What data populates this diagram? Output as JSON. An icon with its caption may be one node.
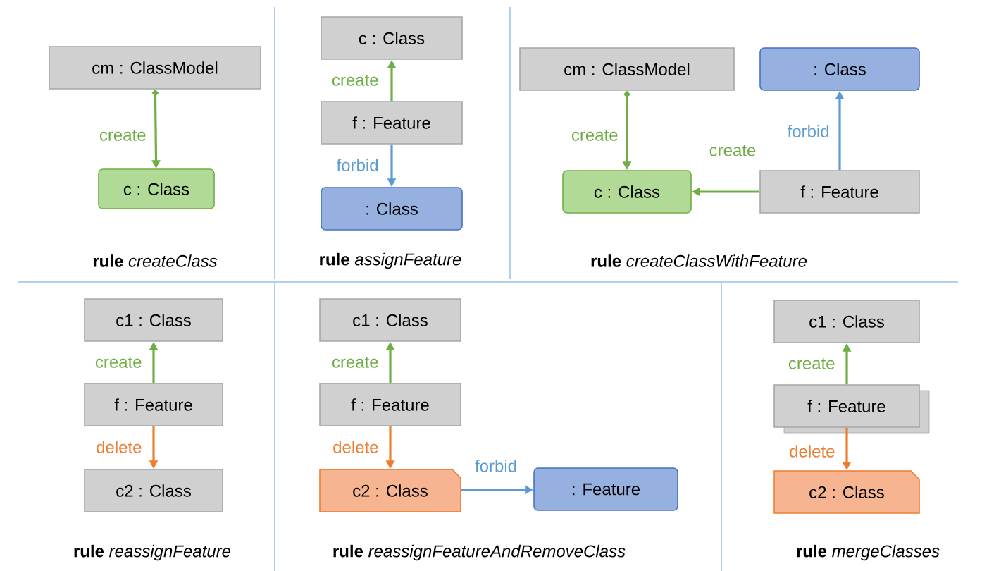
{
  "diagram": {
    "nodes": [
      {
        "text": [
          "cm : ClassModel"
        ]
      },
      {
        "text": [
          "c : Class"
        ]
      },
      {
        "text": [
          "c : Class"
        ]
      },
      {
        "text": [
          "f : Feature"
        ]
      },
      {
        "text": [
          ": Class"
        ]
      },
      {
        "text": [
          "cm : ClassModel"
        ]
      },
      {
        "text": [
          ": Class"
        ]
      },
      {
        "text": [
          "c : Class"
        ]
      },
      {
        "text": [
          "f : Feature"
        ]
      },
      {
        "text": [
          "c1 : Class"
        ]
      },
      {
        "text": [
          "f : Feature"
        ]
      },
      {
        "text": [
          "c2 : Class"
        ]
      },
      {
        "text": [
          "c1 : Class"
        ]
      },
      {
        "text": [
          "f : Feature"
        ]
      },
      {
        "text": [
          "c2 : Class"
        ]
      },
      {
        "text": [
          ": Feature"
        ]
      },
      {
        "text": [
          "c1 : Class"
        ]
      },
      {
        "text": [
          "f : Feature"
        ]
      },
      {
        "text": [
          "c2 : Class"
        ]
      }
    ],
    "edges": [
      {
        "from": 0,
        "to": 1,
        "arrow": "to",
        "label": "create"
      },
      {
        "from": 3,
        "to": 2,
        "arrow": "to",
        "label": "create"
      },
      {
        "from": 3,
        "to": 4,
        "arrow": "to",
        "label": "forbid",
        "color": "#5b9bd5"
      },
      {
        "from": 5,
        "to": 7,
        "arrow": "to",
        "label": "create"
      },
      {
        "from": 8,
        "to": 7,
        "arrow": "to",
        "label": "create"
      },
      {
        "from": 8,
        "to": 6,
        "arrow": "to",
        "label": "forbid",
        "color": "#5b9bd5"
      },
      {
        "from": 10,
        "to": 9,
        "arrow": "to",
        "label": "create"
      },
      {
        "from": 10,
        "to": 11,
        "arrow": "to",
        "label": "delete",
        "color": "#ed7d31"
      },
      {
        "from": 13,
        "to": 12,
        "arrow": "to",
        "label": "create"
      },
      {
        "from": 13,
        "to": 14,
        "arrow": "to",
        "label": "delete",
        "color": "#ed7d31"
      },
      {
        "from": 14,
        "to": 15,
        "arrow": "to",
        "label": "forbid",
        "color": "#5b9bd5"
      },
      {
        "from": 17,
        "to": 16,
        "arrow": "to",
        "label": "create"
      },
      {
        "from": 17,
        "to": 18,
        "arrow": "to",
        "label": "delete",
        "color": "#ed7d31"
      }
    ],
    "labels": [
      "**rule** *createClass*",
      "**rule** *assignFeature*",
      "**rule** *createClassWithFeature*",
      "**rule** *reassignFeature*",
      "**rule** *reassignFeatureAndRemoveClass*",
      "**rule** *mergeClasses*"
    ]
  }
}
